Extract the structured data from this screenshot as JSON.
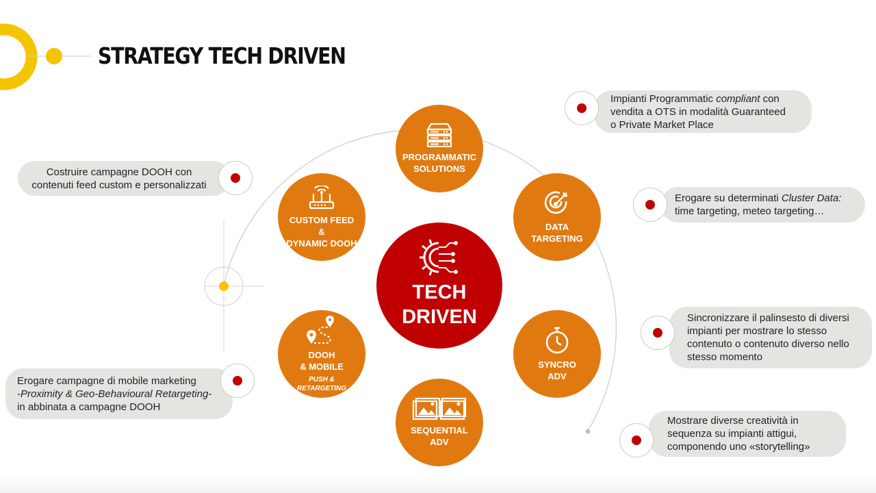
{
  "title": "STRATEGY TECH DRIVEN",
  "colors": {
    "accent_yellow": "#f5c400",
    "hub_orange": "#e07a10",
    "center_red": "#c00000",
    "pill_grey": "#e6e4e1",
    "arc_grey": "#cfcfcf"
  },
  "center": {
    "label": "TECH\nDRIVEN",
    "icon": "gear-circuit-icon"
  },
  "hubs": [
    {
      "label": "PROGRAMMATIC\nSOLUTIONS",
      "icon": "server-icon"
    },
    {
      "label": "DATA\nTARGETING",
      "icon": "target-icon"
    },
    {
      "label": "SYNCRO\nADV",
      "icon": "stopwatch-icon"
    },
    {
      "label": "SEQUENTIAL\nADV",
      "icon": "images-icon"
    },
    {
      "label": "DOOH\n& MOBILE",
      "sublabel": "PUSH &\nRETARGETING",
      "icon": "route-pin-icon"
    },
    {
      "label": "CUSTOM FEED\n&\nDYNAMIC DOOH",
      "icon": "router-icon"
    }
  ],
  "descriptions": {
    "programmatic": {
      "before": "Impianti Programmatic ",
      "em": "compliant",
      "after": " con\nvendita a OTS in modalità Guaranteed\no Private Market Place"
    },
    "data_targeting": {
      "before": "Erogare su determinati ",
      "em": "Cluster Data:",
      "after": "\ntime targeting, meteo targeting…"
    },
    "syncro": "Sincronizzare il palinsesto di diversi\nimpianti per mostrare lo stesso\ncontenuto o contenuto diverso nello\nstesso momento",
    "sequential": "Mostrare diverse creatività in\nsequenza su impianti attigui,\ncomponendo uno «storytelling»",
    "custom_feed": "Costruire campagne DOOH con\ncontenuti feed custom e personalizzati",
    "dooh_mobile": {
      "before": "Erogare campagne di mobile marketing\n",
      "em": "-Proximity & Geo-Behavioural Retargeting-",
      "after": "\nin abbinata a campagne DOOH"
    }
  }
}
